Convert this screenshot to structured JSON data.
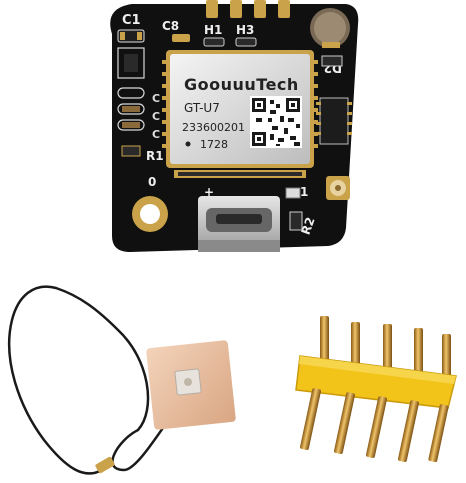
{
  "photo": {
    "module": {
      "brand_text": "GoouuuTech",
      "model_text": "GT-U7",
      "serial_text": "233600201",
      "code_text": "1728",
      "silkscreen": {
        "c1": "C1",
        "c8": "C8",
        "h1": "H1",
        "h3": "H3",
        "d2": "D2",
        "r1": "R1",
        "r2": "R2",
        "one": "1",
        "plus": "+",
        "zero": "0",
        "c_marks": [
          "C",
          "C",
          "C"
        ]
      },
      "board_color": "#111111",
      "pad_color": "#c9a24a",
      "shield_color": "#d9d9d9"
    },
    "antenna": {
      "patch_color": "#e8c3a6",
      "cable_color": "#1a1a1a"
    },
    "header": {
      "pin_color": "#c8962e",
      "body_color": "#f2c318",
      "pin_count": 5
    }
  }
}
